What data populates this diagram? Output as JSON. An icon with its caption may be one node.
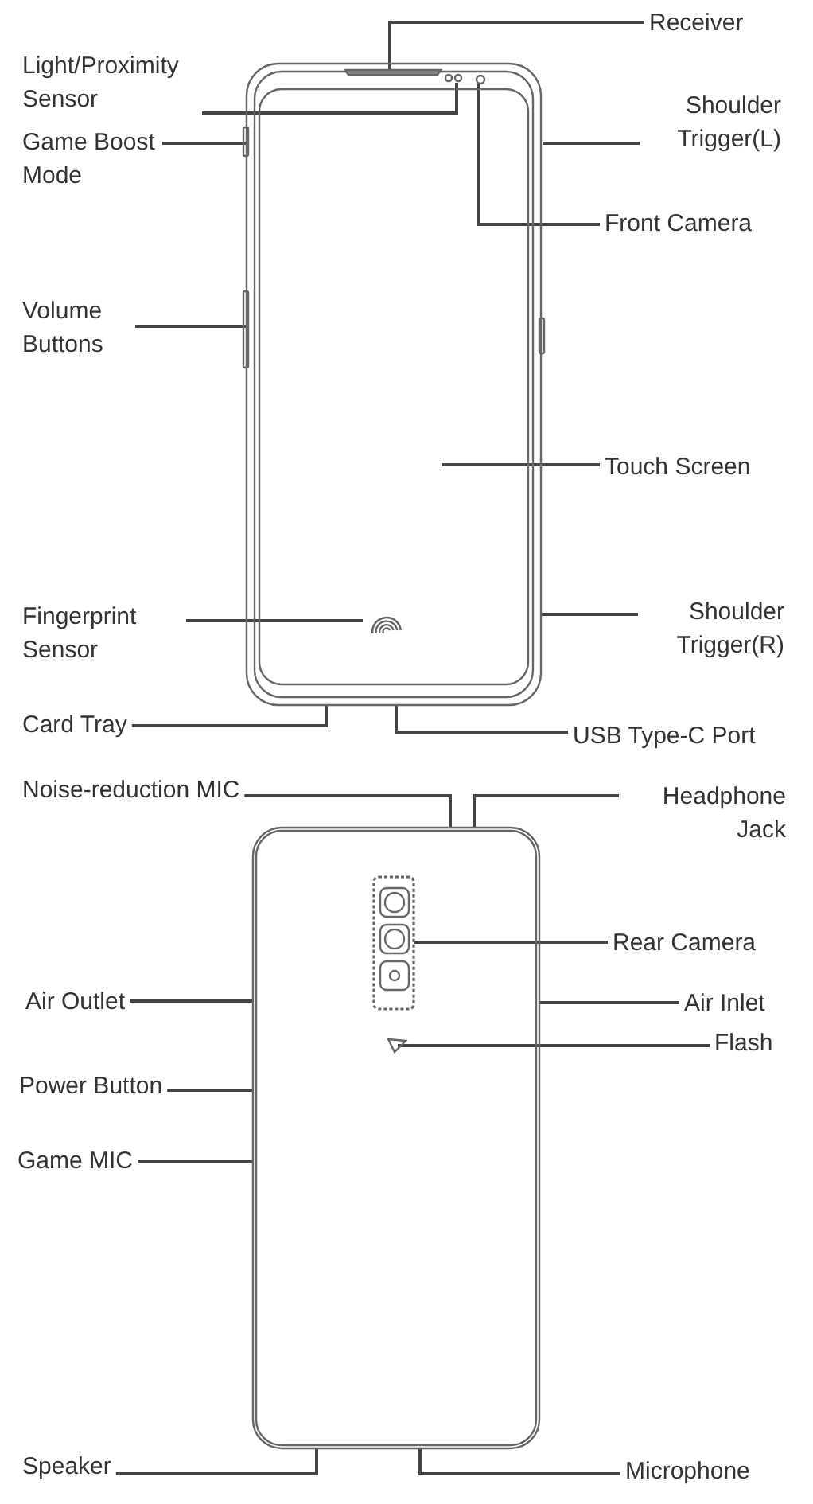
{
  "diagram": {
    "nodes": [
      {
        "text": [
          "Receiver"
        ]
      },
      {
        "text": [
          "Light/Proximity Sensor"
        ]
      },
      {
        "text": [
          "Shoulder Trigger(L)"
        ]
      },
      {
        "text": [
          "Game Boost Mode"
        ]
      },
      {
        "text": [
          "Front Camera"
        ]
      },
      {
        "text": [
          "Volume Buttons"
        ]
      },
      {
        "text": [
          "Touch Screen"
        ]
      },
      {
        "text": [
          "Fingerprint Sensor"
        ]
      },
      {
        "text": [
          "Shoulder Trigger(R)"
        ]
      },
      {
        "text": [
          "Card Tray"
        ]
      },
      {
        "text": [
          "USB Type-C Port"
        ]
      },
      {
        "text": [
          "Noise-reduction MIC"
        ]
      },
      {
        "text": [
          "Headphone Jack"
        ]
      },
      {
        "text": [
          "Rear Camera"
        ]
      },
      {
        "text": [
          "Air Outlet"
        ]
      },
      {
        "text": [
          "Air  Inlet"
        ]
      },
      {
        "text": [
          "Flash"
        ]
      },
      {
        "text": [
          "Power Button"
        ]
      },
      {
        "text": [
          "Game MIC"
        ]
      },
      {
        "text": [
          "Speaker"
        ]
      },
      {
        "text": [
          "Microphone"
        ]
      },
      {
        "text": [],
        "shape": "phone"
      },
      {
        "text": [],
        "shape": "phone"
      }
    ],
    "edges": [
      {
        "from": 0,
        "to": 21,
        "arrow": "none"
      },
      {
        "from": 1,
        "to": 21,
        "arrow": "none"
      },
      {
        "from": 2,
        "to": 21,
        "arrow": "none"
      },
      {
        "from": 3,
        "to": 21,
        "arrow": "none"
      },
      {
        "from": 4,
        "to": 21,
        "arrow": "none"
      },
      {
        "from": 5,
        "to": 21,
        "arrow": "none"
      },
      {
        "from": 6,
        "to": 21,
        "arrow": "none"
      },
      {
        "from": 7,
        "to": 21,
        "arrow": "none"
      },
      {
        "from": 8,
        "to": 21,
        "arrow": "none"
      },
      {
        "from": 9,
        "to": 21,
        "arrow": "none"
      },
      {
        "from": 10,
        "to": 21,
        "arrow": "none"
      },
      {
        "from": 11,
        "to": 22,
        "arrow": "none"
      },
      {
        "from": 12,
        "to": 22,
        "arrow": "none"
      },
      {
        "from": 13,
        "to": 22,
        "arrow": "none"
      },
      {
        "from": 14,
        "to": 22,
        "arrow": "none"
      },
      {
        "from": 15,
        "to": 22,
        "arrow": "none"
      },
      {
        "from": 16,
        "to": 22,
        "arrow": "none"
      },
      {
        "from": 17,
        "to": 22,
        "arrow": "none"
      },
      {
        "from": 18,
        "to": 22,
        "arrow": "none"
      },
      {
        "from": 19,
        "to": 22,
        "arrow": "none"
      },
      {
        "from": 20,
        "to": 22,
        "arrow": "none"
      }
    ]
  }
}
